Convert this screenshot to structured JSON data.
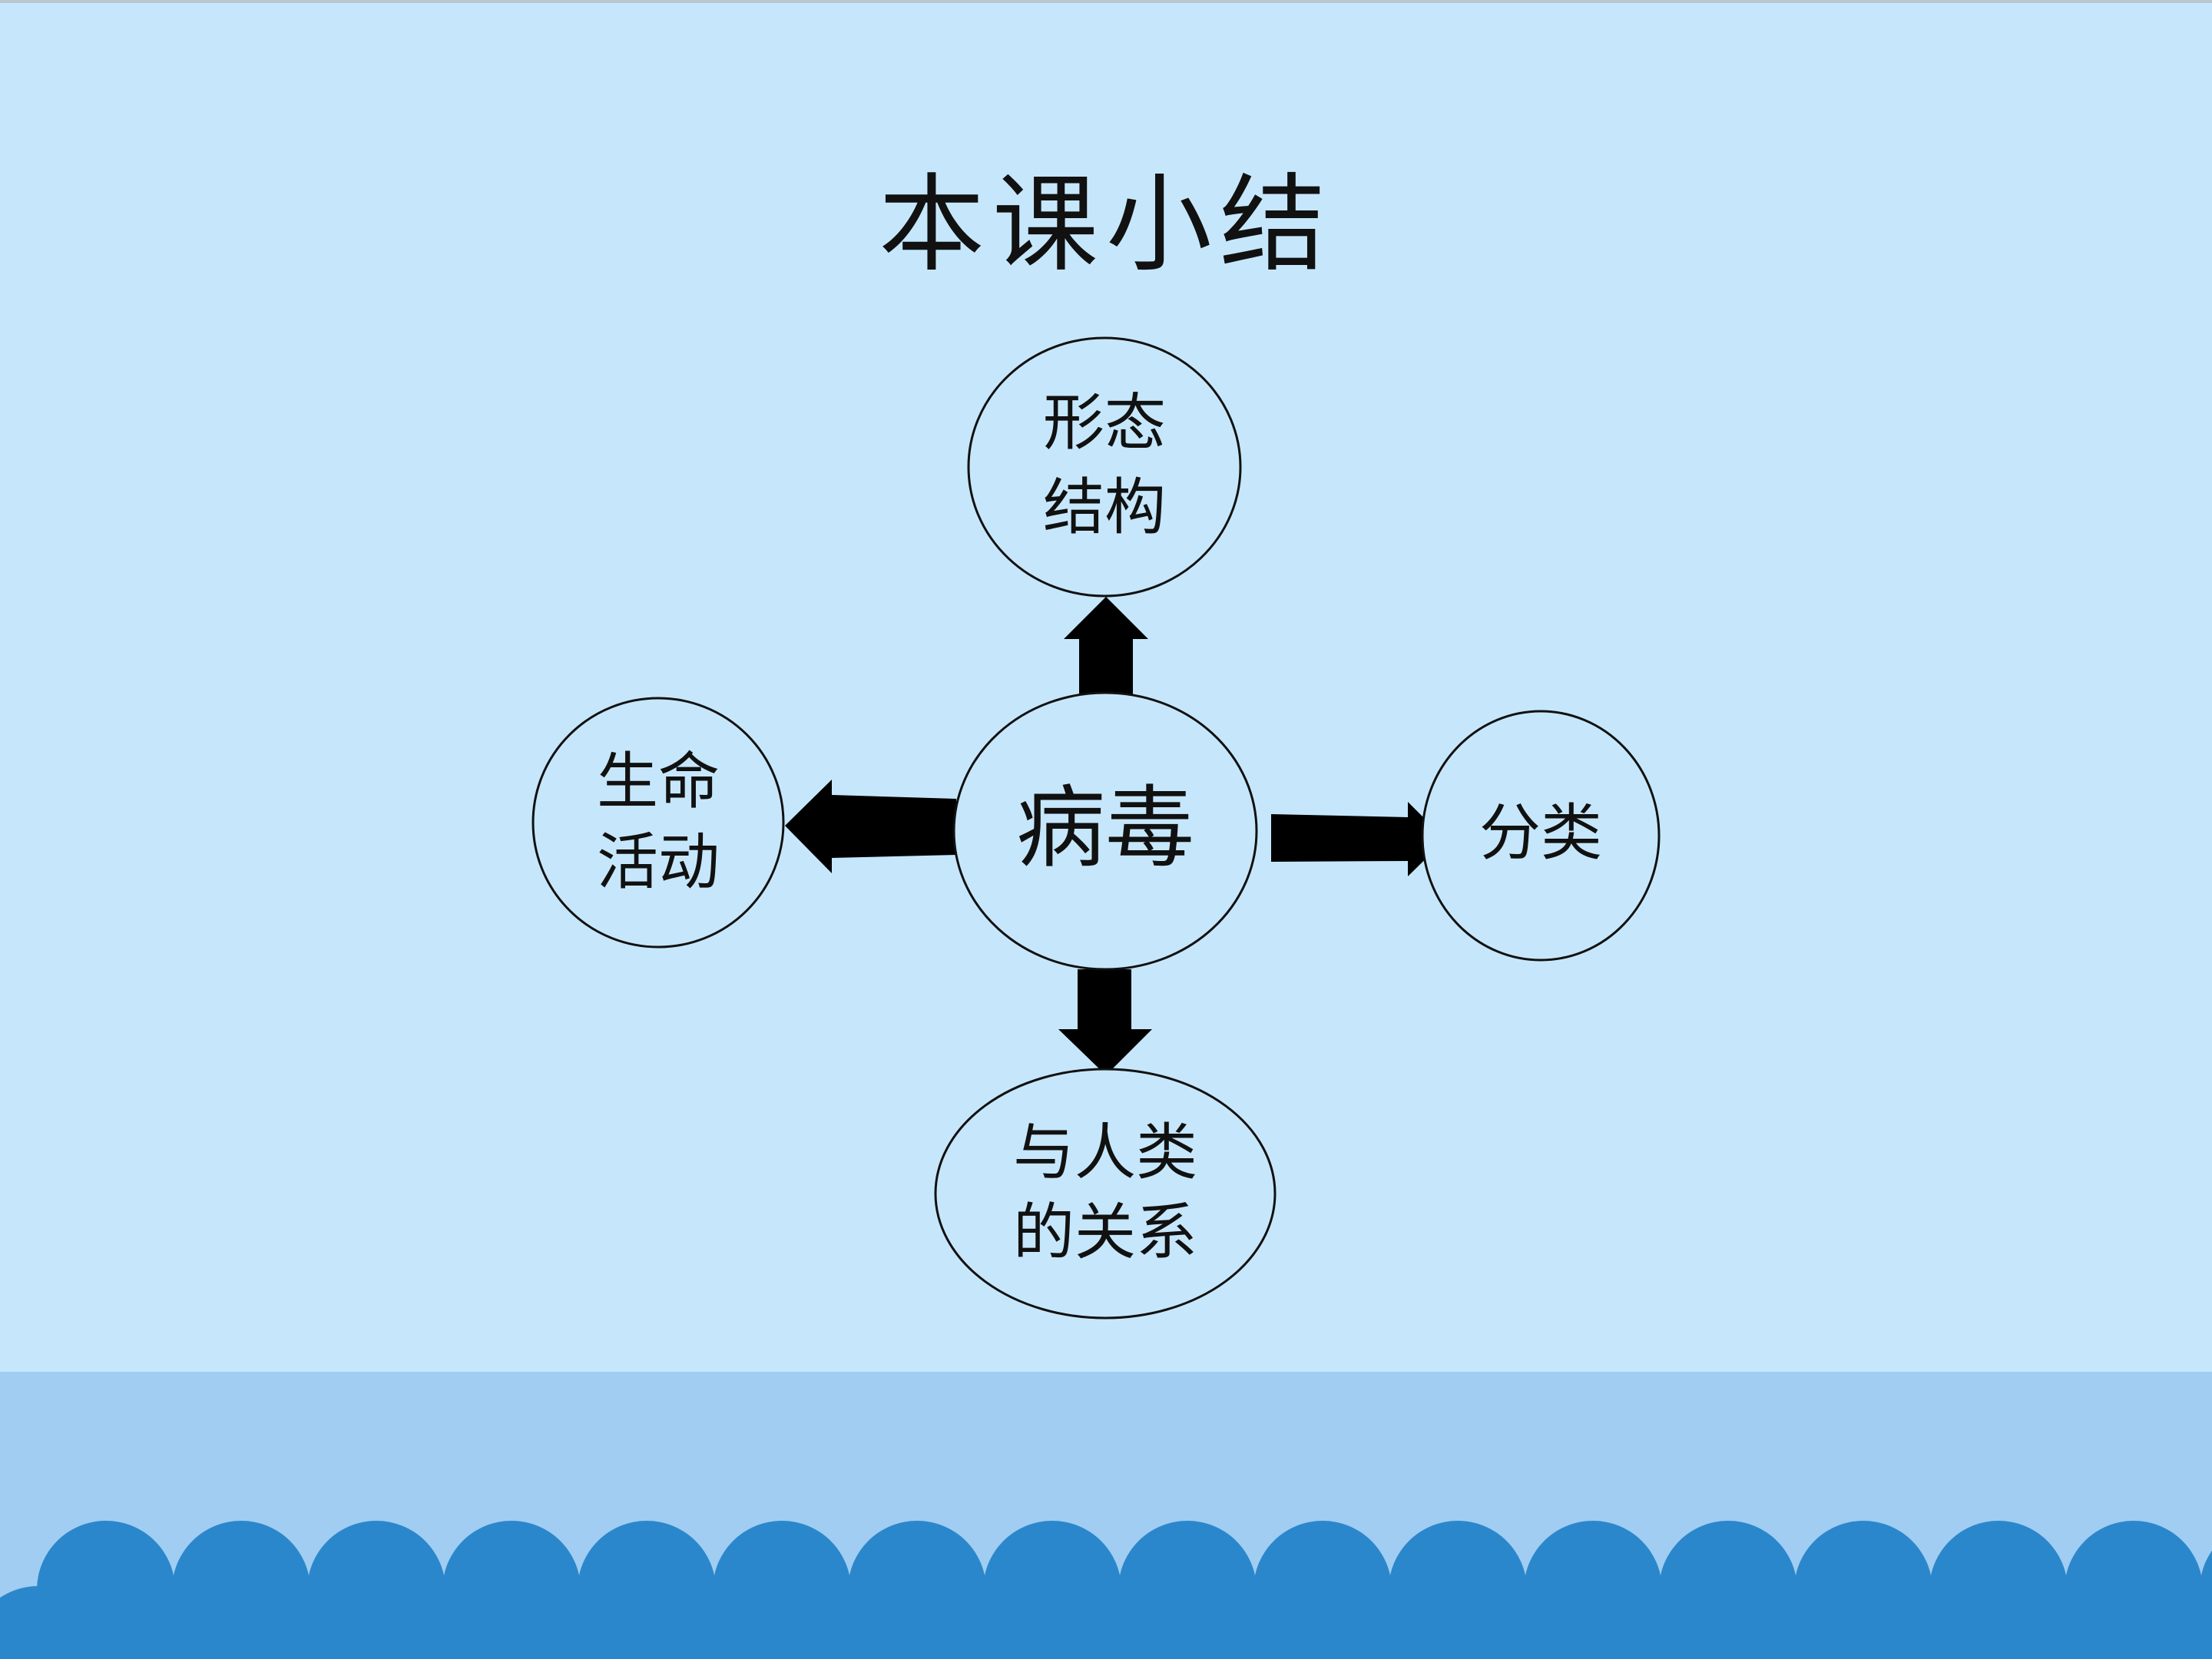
{
  "slide": {
    "title": "本课小结"
  },
  "diagram": {
    "center": {
      "label": "病毒"
    },
    "nodes": [
      {
        "id": "top",
        "lines": [
          "形态",
          "结构"
        ]
      },
      {
        "id": "left",
        "lines": [
          "生命",
          "活动"
        ]
      },
      {
        "id": "right",
        "lines": [
          "分类"
        ]
      },
      {
        "id": "bottom",
        "lines": [
          "与人类",
          "的关系"
        ]
      }
    ]
  },
  "colors": {
    "background": "#c6e7fb",
    "band": "#a0cdf1",
    "scallop": "#2b87cc",
    "arrow": "#000000"
  }
}
